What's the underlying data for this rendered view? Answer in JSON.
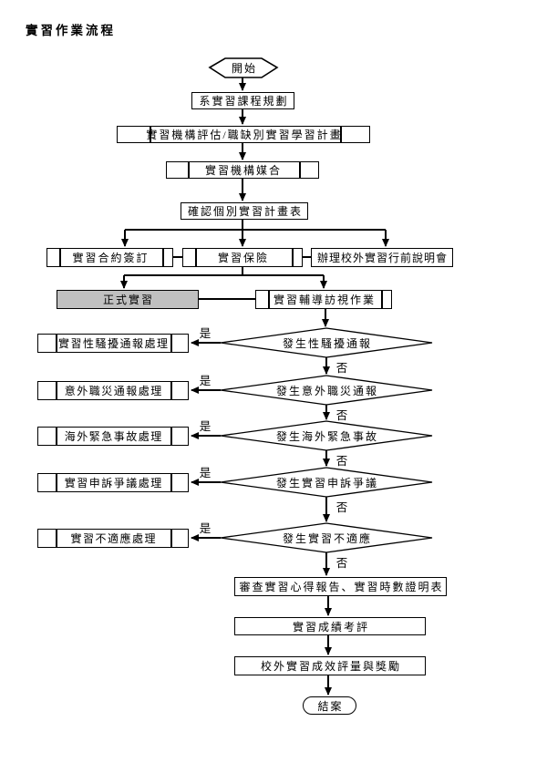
{
  "page": {
    "title": "實習作業流程"
  },
  "colors": {
    "line": "#000000",
    "shape_fill": "#ffffff",
    "active_step_fill": "#c0c0c0"
  },
  "labels": {
    "yes": "是",
    "no": "否"
  },
  "nodes": {
    "start": "開始",
    "course_planning": "系實習課程規劃",
    "org_evaluation": "實習機構評估/職缺別實習學習計畫",
    "org_matching": "實習機構媒合",
    "confirm_plan": "確認個別實習計畫表",
    "contract_signing": "實習合約簽訂",
    "insurance": "實習保險",
    "briefing": "辦理校外實習行前說明會",
    "formal_internship": "正式實習",
    "counseling_visit": "實習輔導訪視作業",
    "review_report": "審查實習心得報告、實習時數證明表",
    "grade_evaluation": "實習成績考評",
    "effectiveness_reward": "校外實習成效評量與獎勵",
    "end": "結案"
  },
  "decisions": [
    {
      "condition": "發生性騷擾通報",
      "handler": "實習性騷擾通報處理"
    },
    {
      "condition": "發生意外職災通報",
      "handler": "意外職災通報處理"
    },
    {
      "condition": "發生海外緊急事故",
      "handler": "海外緊急事故處理"
    },
    {
      "condition": "發生實習申訴爭議",
      "handler": "實習申訴爭議處理"
    },
    {
      "condition": "發生實習不適應",
      "handler": "實習不適應處理"
    }
  ]
}
